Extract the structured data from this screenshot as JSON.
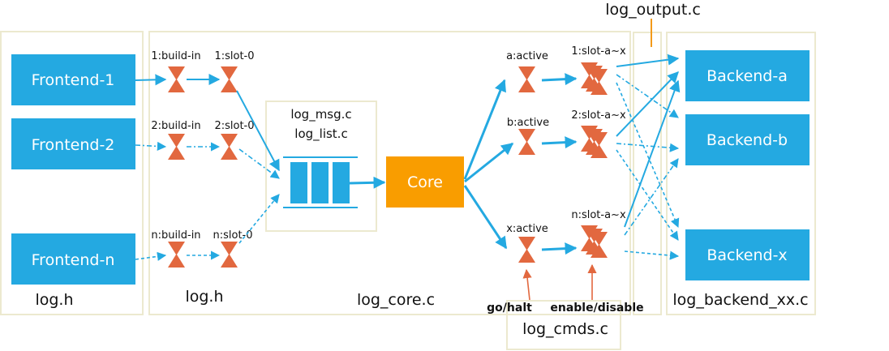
{
  "files": {
    "log_h_left": "log.h",
    "log_h_mid": "log.h",
    "log_core": "log_core.c",
    "log_msg": "log_msg.c",
    "log_list": "log_list.c",
    "log_output": "log_output.c",
    "log_backend": "log_backend_xx.c",
    "log_cmds": "log_cmds.c"
  },
  "frontends": [
    "Frontend-1",
    "Frontend-2",
    "Frontend-n"
  ],
  "buildin_labels": [
    "1:build-in",
    "2:build-in",
    "n:build-in"
  ],
  "slot_labels": [
    "1:slot-0",
    "2:slot-0",
    "n:slot-0"
  ],
  "core_label": "Core",
  "active_labels": [
    "a:active",
    "b:active",
    "x:active"
  ],
  "backend_slot_labels": [
    "1:slot-a~x",
    "2:slot-a~x",
    "n:slot-a~x"
  ],
  "backends": [
    "Backend-a",
    "Backend-b",
    "Backend-x"
  ],
  "commands": {
    "go_halt": "go/halt",
    "enable_disable": "enable/disable"
  },
  "colors": {
    "box": "#24a9e1",
    "core": "#f99d00",
    "valve": "#e2683f",
    "panel": "#ece9cf"
  }
}
